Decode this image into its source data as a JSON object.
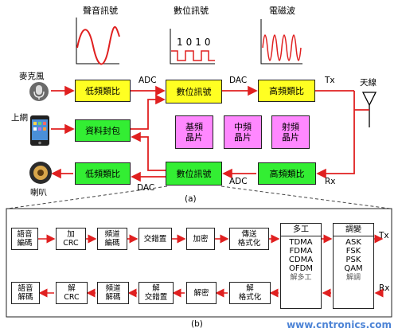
{
  "signal_titles": {
    "sound": "聲音訊號",
    "digital": "數位訊號",
    "em_wave": "電磁波"
  },
  "digital_bits": "1010",
  "devices": {
    "microphone": "麥克風",
    "internet": "上網",
    "speaker": "喇叭",
    "antenna": "天線"
  },
  "top_blocks": {
    "lf_analog_tx": "低頻類比",
    "digital_tx": "數位訊號",
    "hf_analog_tx": "高頻類比",
    "data_packet": "資料封包",
    "digital_rx": "數位訊號",
    "hf_analog_rx": "高頻類比",
    "lf_analog_rx": "低頻類比"
  },
  "chips": {
    "baseband": "基頻\n晶片",
    "if": "中頻\n晶片",
    "rf": "射頻\n晶片"
  },
  "arrow_labels": {
    "adc_top": "ADC",
    "dac_top": "DAC",
    "tx_top": "Tx",
    "dac_bottom": "DAC",
    "adc_bottom": "ADC",
    "rx_top": "Rx"
  },
  "caption_a": "(a)",
  "caption_b": "(b)",
  "tx_chain": [
    "語音\n編碼",
    "加\nCRC",
    "頻道\n編碼",
    "交錯置",
    "加密",
    "傳送\n格式化"
  ],
  "rx_chain": [
    "語音\n解碼",
    "解\nCRC",
    "頻道\n解碼",
    "解\n交錯置",
    "解密",
    "解\n格式化"
  ],
  "multiplex": {
    "title": "多工",
    "items": [
      "TDMA",
      "FDMA",
      "CDMA",
      "OFDM"
    ],
    "footer": "解多工"
  },
  "modulation": {
    "title": "調變",
    "items": [
      "ASK",
      "FSK",
      "PSK",
      "QAM"
    ],
    "footer": "解調"
  },
  "chain_labels": {
    "tx": "Tx",
    "rx": "Rx"
  },
  "watermark": "www.cntronics.com",
  "colors": {
    "arrow": "#e02020",
    "tx_blocks": "#ffff22",
    "rx_blocks": "#33ee33",
    "chips": "#ff88ff",
    "wave": "#e02020"
  }
}
